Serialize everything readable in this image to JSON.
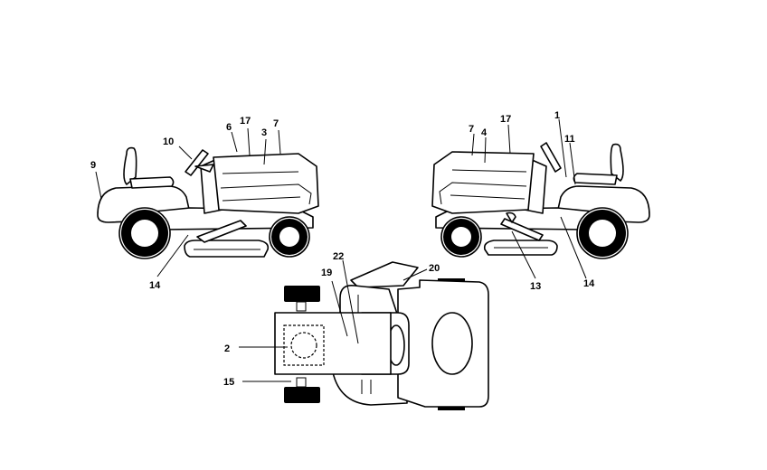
{
  "header": {
    "fragments": [
      "··· ·· ······ ····· ··········",
      "·",
      "·  ·· ····",
      "········ ······ ····· ·····",
      "··  ····"
    ]
  },
  "callouts": {
    "left": [
      "9",
      "10",
      "6",
      "17",
      "3",
      "7",
      "14"
    ],
    "right": [
      "7",
      "4",
      "17",
      "1",
      "11",
      "13",
      "14"
    ],
    "top": [
      "22",
      "20",
      "19",
      "2",
      "15"
    ]
  }
}
